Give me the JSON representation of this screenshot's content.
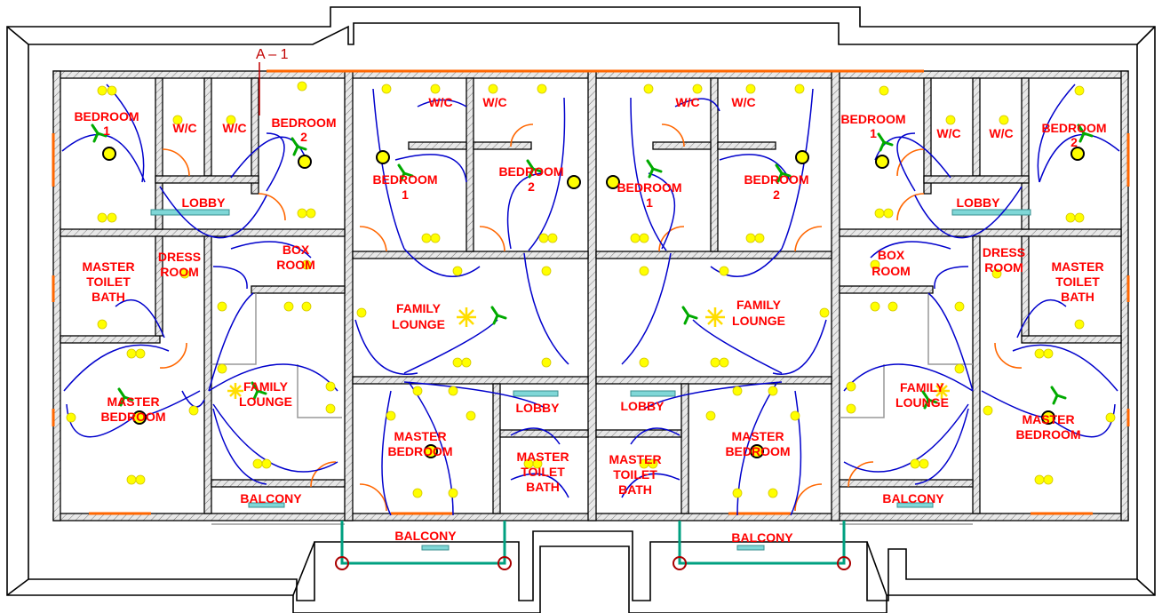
{
  "section_marker": "A – 1",
  "colors": {
    "wall_fill": "#e8e8e8",
    "wall_stroke": "#000000",
    "room_label": "#ff0000",
    "wiring": "#0000cc",
    "light_fixture": "#ffff00",
    "fan": "#00bb00",
    "door_swing": "#ff6600",
    "window": "#ff6600",
    "pipe": "#00a080",
    "socket": "#000000"
  },
  "icons": [
    "light-fixture-icon",
    "ceiling-fan-icon",
    "socket-icon",
    "switch-icon",
    "door-swing-icon",
    "drain-icon",
    "fluorescent-tube-icon"
  ],
  "rooms": [
    {
      "lines": [
        "BEDROOM",
        "1"
      ]
    },
    {
      "lines": [
        "W/C"
      ]
    },
    {
      "lines": [
        "W/C"
      ]
    },
    {
      "lines": [
        "BEDROOM",
        "2"
      ]
    },
    {
      "lines": [
        "LOBBY"
      ]
    },
    {
      "lines": [
        "BOX",
        "ROOM"
      ]
    },
    {
      "lines": [
        "MASTER",
        "TOILET",
        "BATH"
      ]
    },
    {
      "lines": [
        "DRESS",
        "ROOM"
      ]
    },
    {
      "lines": [
        "MASTER",
        "BEDROOM"
      ]
    },
    {
      "lines": [
        "FAMILY",
        "LOUNGE"
      ]
    },
    {
      "lines": [
        "BALCONY"
      ]
    },
    {
      "lines": [
        "W/C"
      ]
    },
    {
      "lines": [
        "W/C"
      ]
    },
    {
      "lines": [
        "BEDROOM",
        "1"
      ]
    },
    {
      "lines": [
        "BEDROOM",
        "2"
      ]
    },
    {
      "lines": [
        "FAMILY",
        "LOUNGE"
      ]
    },
    {
      "lines": [
        "LOBBY"
      ]
    },
    {
      "lines": [
        "MASTER",
        "BEDROOM"
      ]
    },
    {
      "lines": [
        "MASTER",
        "TOILET",
        "BATH"
      ]
    },
    {
      "lines": [
        "BALCONY"
      ]
    },
    {
      "lines": [
        "W/C"
      ]
    },
    {
      "lines": [
        "W/C"
      ]
    },
    {
      "lines": [
        "BEDROOM",
        "1"
      ]
    },
    {
      "lines": [
        "BEDROOM",
        "2"
      ]
    },
    {
      "lines": [
        "FAMILY",
        "LOUNGE"
      ]
    },
    {
      "lines": [
        "LOBBY"
      ]
    },
    {
      "lines": [
        "MASTER",
        "BEDROOM"
      ]
    },
    {
      "lines": [
        "MASTER",
        "TOILET",
        "BATH"
      ]
    },
    {
      "lines": [
        "BALCONY"
      ]
    },
    {
      "lines": [
        "BEDROOM",
        "1"
      ]
    },
    {
      "lines": [
        "W/C"
      ]
    },
    {
      "lines": [
        "W/C"
      ]
    },
    {
      "lines": [
        "BEDROOM",
        "2"
      ]
    },
    {
      "lines": [
        "LOBBY"
      ]
    },
    {
      "lines": [
        "BOX",
        "ROOM"
      ]
    },
    {
      "lines": [
        "DRESS",
        "ROOM"
      ]
    },
    {
      "lines": [
        "MASTER",
        "TOILET",
        "BATH"
      ]
    },
    {
      "lines": [
        "FAMILY",
        "LOUNGE"
      ]
    },
    {
      "lines": [
        "MASTER",
        "BEDROOM"
      ]
    },
    {
      "lines": [
        "BALCONY"
      ]
    }
  ]
}
